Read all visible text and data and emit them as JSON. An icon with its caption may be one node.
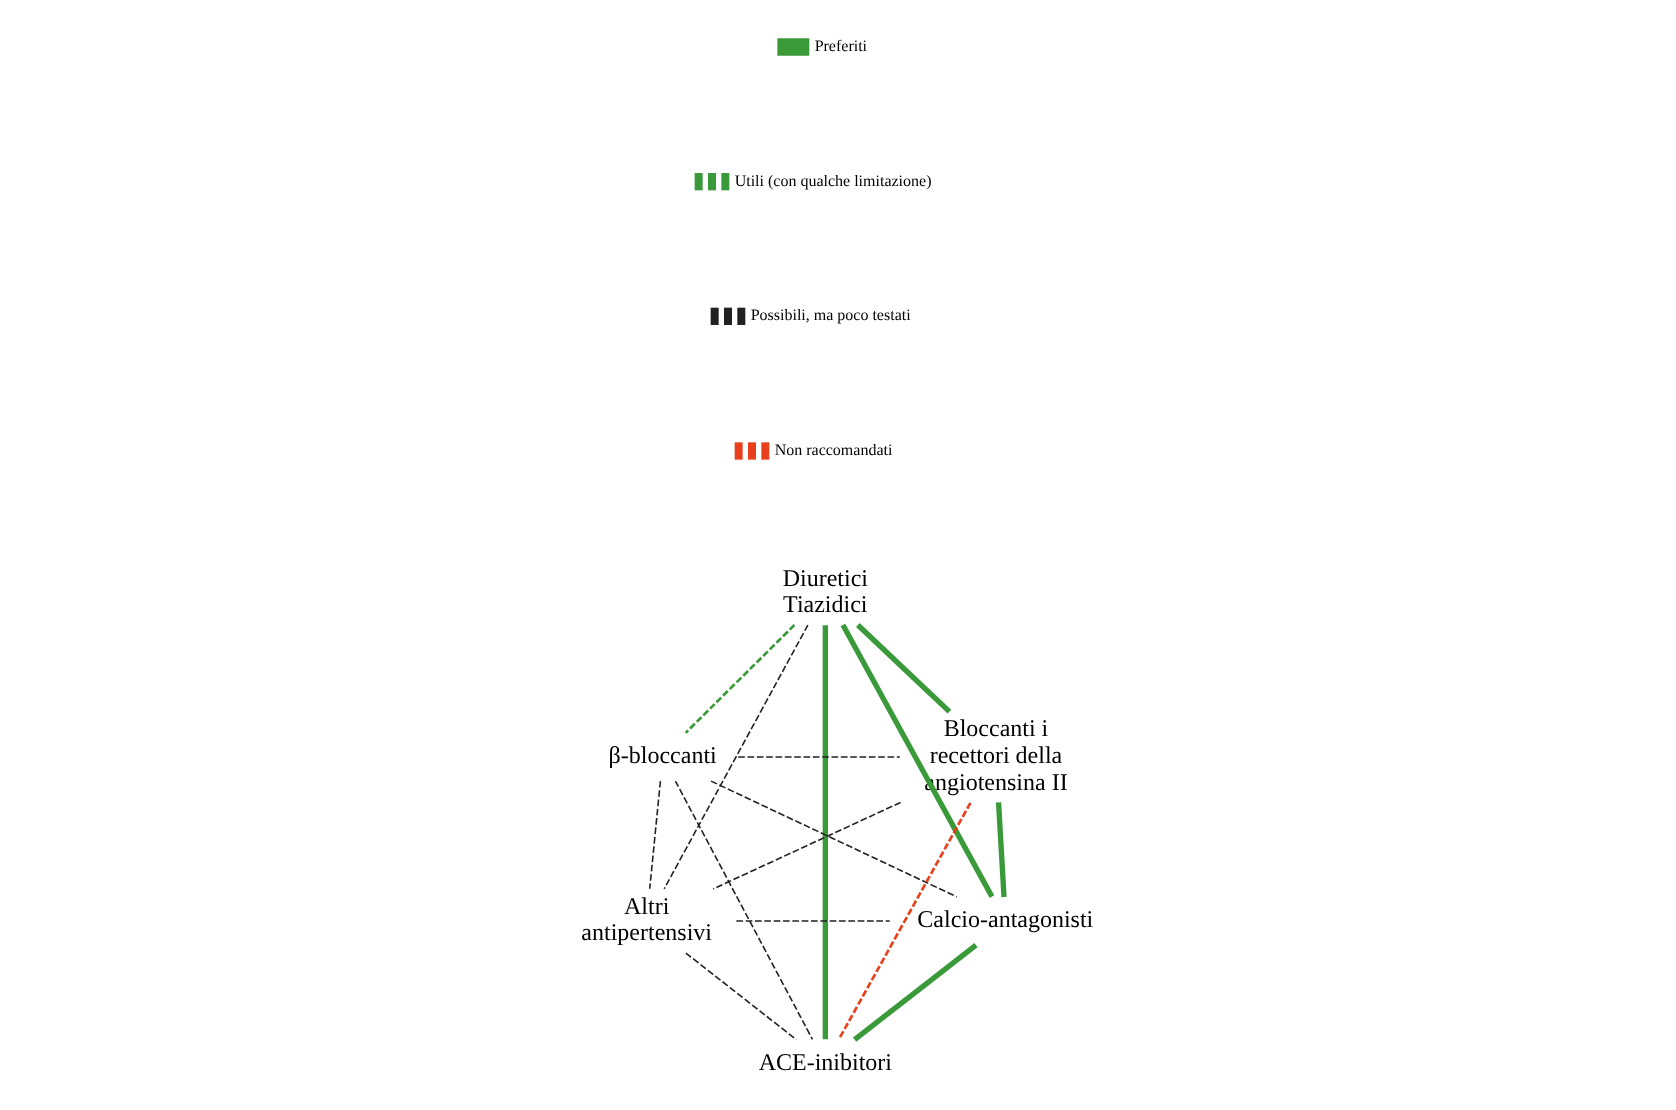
{
  "diagram": {
    "nodes": [
      {
        "text": [
          "Diuretici Tiazidici"
        ]
      },
      {
        "text": [
          "β-bloccanti"
        ]
      },
      {
        "text": [
          "Bloccanti i recettori della angiotensina II"
        ]
      },
      {
        "text": [
          "Altri antipertensivi"
        ]
      },
      {
        "text": [
          "Calcio-antagonisti"
        ]
      },
      {
        "text": [
          "ACE-inibitori"
        ]
      }
    ],
    "edges": [
      {
        "from": 0,
        "to": 1,
        "arrow": "none",
        "style": "dashed",
        "color": "#3a9a3a"
      },
      {
        "from": 0,
        "to": 2,
        "arrow": "none",
        "style": "thick",
        "color": "#3a9a3a"
      },
      {
        "from": 0,
        "to": 4,
        "arrow": "none",
        "style": "thick",
        "color": "#3a9a3a"
      },
      {
        "from": 0,
        "to": 5,
        "arrow": "none",
        "style": "thick",
        "color": "#3a9a3a"
      },
      {
        "from": 2,
        "to": 4,
        "arrow": "none",
        "style": "thick",
        "color": "#3a9a3a"
      },
      {
        "from": 4,
        "to": 5,
        "arrow": "none",
        "style": "thick",
        "color": "#3a9a3a"
      },
      {
        "from": 2,
        "to": 5,
        "arrow": "none",
        "style": "dashed",
        "color": "#e8401c"
      },
      {
        "from": 1,
        "to": 2,
        "arrow": "none",
        "style": "dashed"
      },
      {
        "from": 1,
        "to": 3,
        "arrow": "none",
        "style": "dashed"
      },
      {
        "from": 1,
        "to": 4,
        "arrow": "none",
        "style": "dashed"
      },
      {
        "from": 1,
        "to": 5,
        "arrow": "none",
        "style": "dashed"
      },
      {
        "from": 0,
        "to": 3,
        "arrow": "none",
        "style": "dashed"
      },
      {
        "from": 2,
        "to": 3,
        "arrow": "none",
        "style": "dashed"
      },
      {
        "from": 3,
        "to": 4,
        "arrow": "none",
        "style": "dashed"
      },
      {
        "from": 3,
        "to": 5,
        "arrow": "none",
        "style": "dashed"
      }
    ],
    "legend": [
      {
        "text": "Preferiti"
      },
      {
        "text": "Utili (con qualche limitazione)"
      },
      {
        "text": "Possibili, ma poco testati"
      },
      {
        "text": "Non raccomandati"
      }
    ]
  }
}
